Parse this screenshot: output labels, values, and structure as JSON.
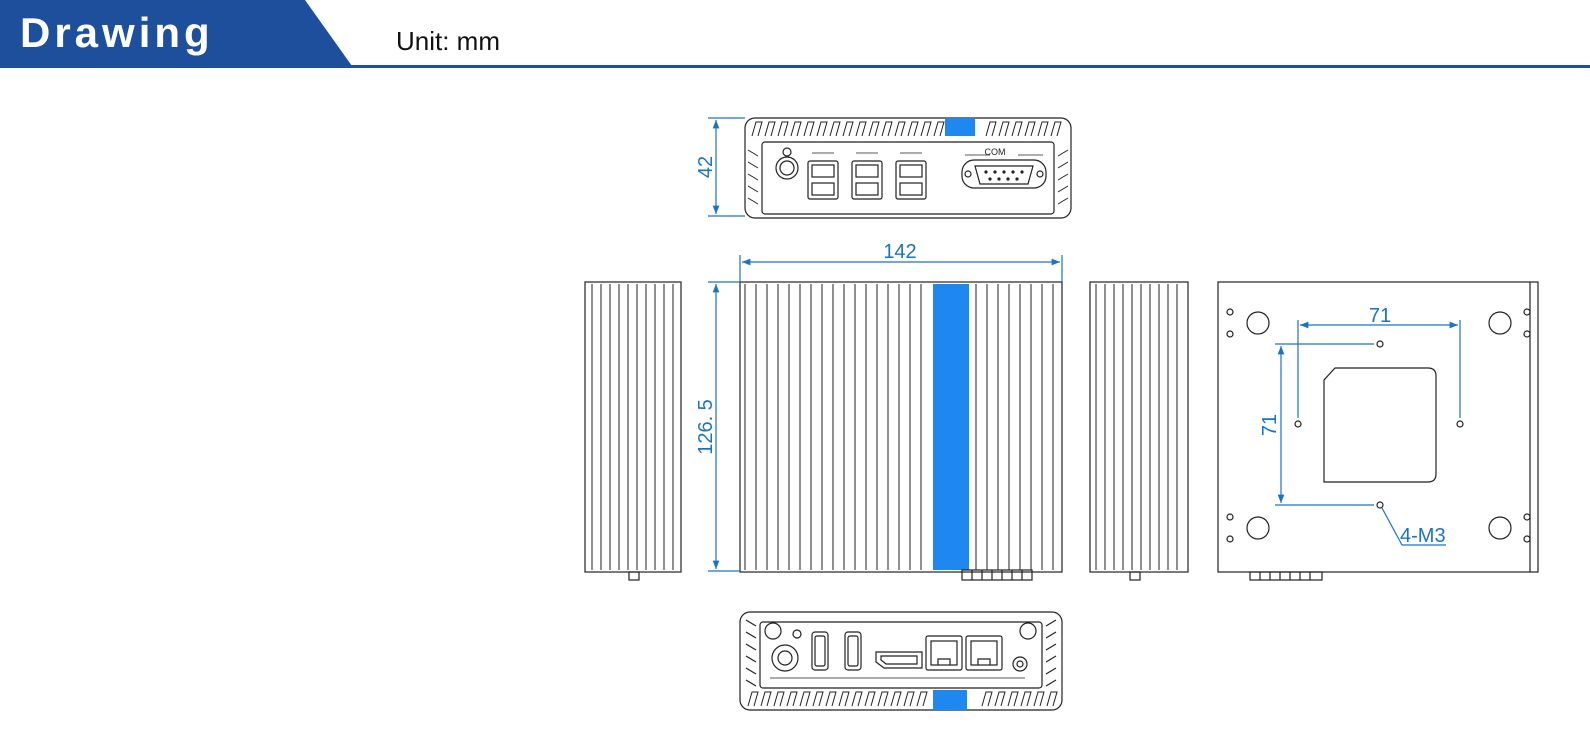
{
  "header": {
    "title": "Drawing",
    "unit_label": "Unit: mm"
  },
  "dimensions": {
    "height": "42",
    "width": "142",
    "depth": "126. 5",
    "mount_horizontal": "71",
    "mount_vertical": "71",
    "screw_spec": "4-M3"
  },
  "front_panel": {
    "com_label": "COM"
  },
  "colors": {
    "brand_blue": "#1d4f9c",
    "dimension_blue": "#1a73c8",
    "accent_blue": "#1e88f0"
  }
}
